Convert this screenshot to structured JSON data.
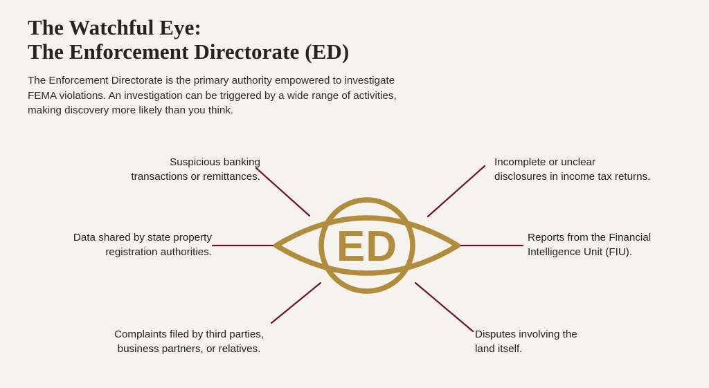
{
  "page": {
    "background_color": "#F4F3EE",
    "accent_gold": "#B08C3C",
    "accent_maroon": "#6E1134",
    "text_color": "#232020"
  },
  "header": {
    "title_line_1": "The Watchful Eye:",
    "title_line_2": "The Enforcement Directorate (ED)",
    "subtitle_line_1": "The Enforcement Directorate is the primary authority empowered to investigate",
    "subtitle_line_2": "FEMA violations. An investigation can be triggered by a wide range of activities,",
    "subtitle_line_3": "making discovery more likely than you think."
  },
  "center": {
    "icon": "eye-icon",
    "abbreviation": "ED"
  },
  "triggers": [
    {
      "id": "banking",
      "position": "top-left",
      "line_1": "Suspicious banking",
      "line_2": "transactions or remittances."
    },
    {
      "id": "property",
      "position": "middle-left",
      "line_1": "Data shared by state property",
      "line_2": "registration authorities."
    },
    {
      "id": "complaints",
      "position": "bottom-left",
      "line_1": "Complaints filed by third parties,",
      "line_2": "business partners, or relatives."
    },
    {
      "id": "disclosures",
      "position": "top-right",
      "line_1": "Incomplete or unclear",
      "line_2": "disclosures in income tax returns."
    },
    {
      "id": "fiu",
      "position": "middle-right",
      "line_1": "Reports from the Financial",
      "line_2": "Intelligence Unit (FIU)."
    },
    {
      "id": "land",
      "position": "bottom-right",
      "line_1": "Disputes involving the",
      "line_2": "land itself."
    }
  ]
}
